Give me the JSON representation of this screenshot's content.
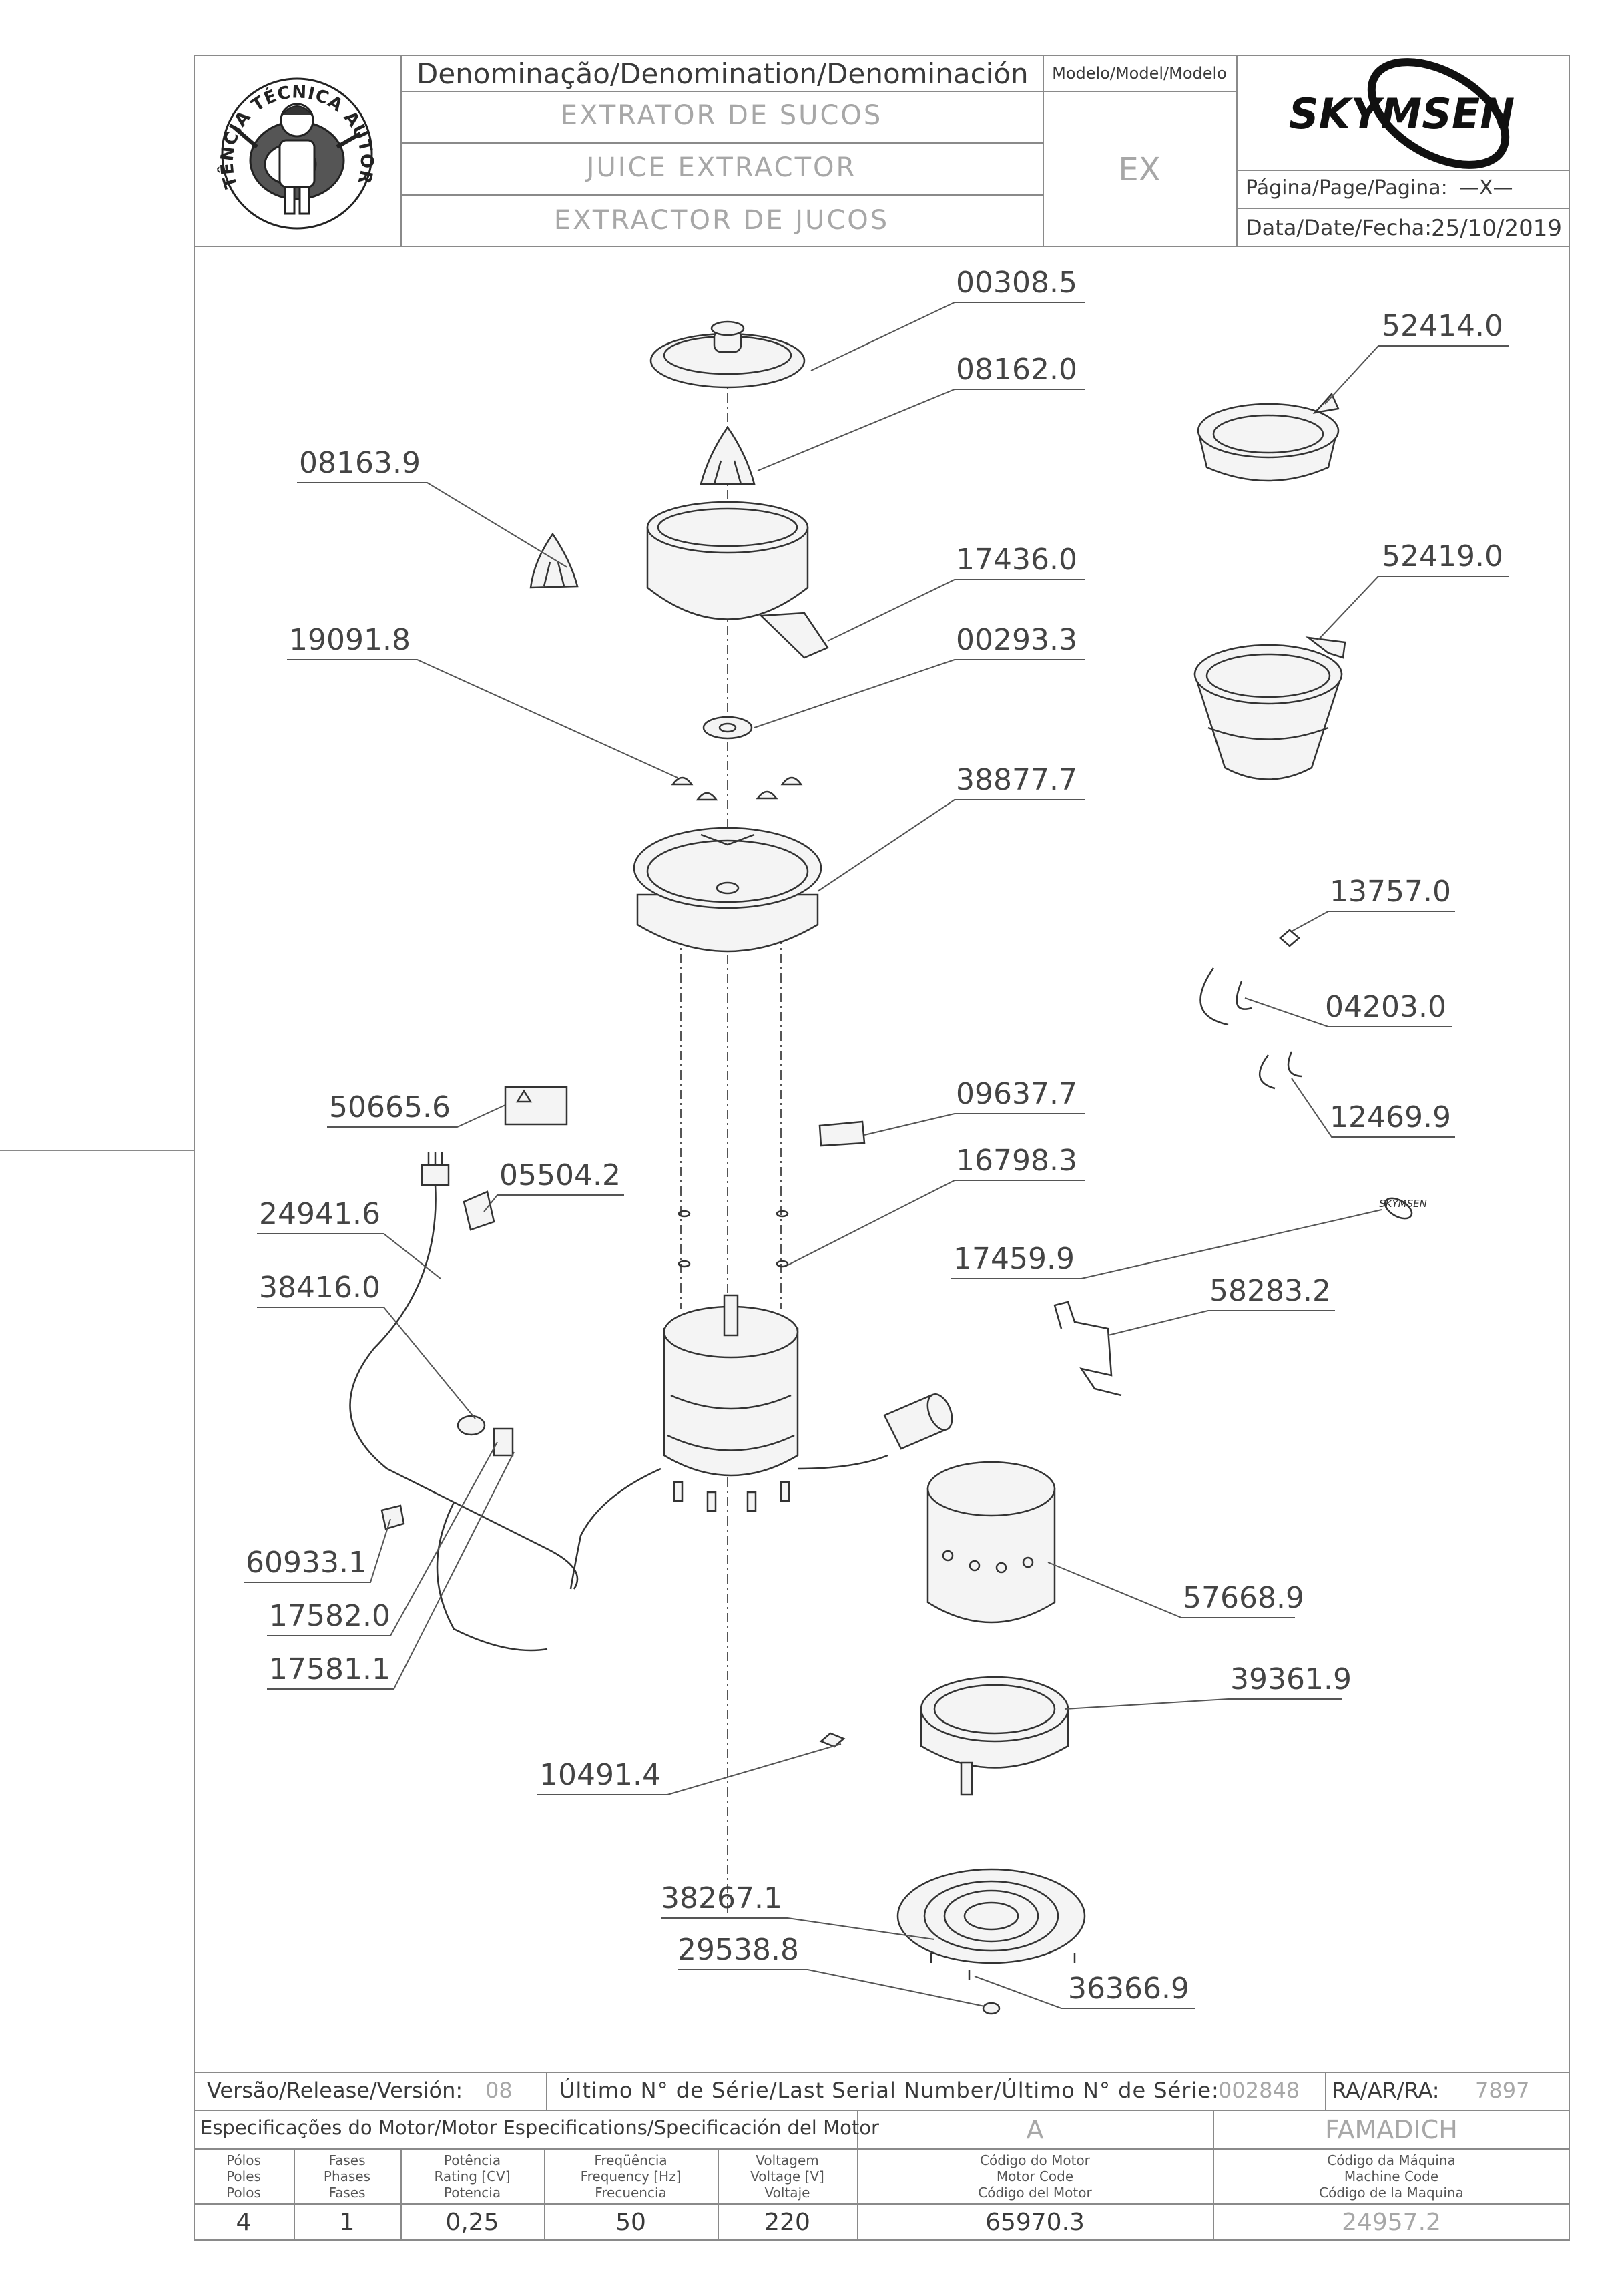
{
  "header": {
    "badge_text": "ASSISTÊNCIA TÉCNICA AUTORIZADA",
    "denomination_label": "Denominação/Denomination/Denominación",
    "name_pt": "EXTRATOR DE SUCOS",
    "name_en": "JUICE EXTRACTOR",
    "name_es": "EXTRACTOR DE JUCOS",
    "model_label": "Modelo/Model/Modelo",
    "model_value": "EX",
    "brand": "SKYMSEN",
    "page_label": "Página/Page/Pagina:",
    "page_value": "—X—",
    "date_label": "Data/Date/Fecha:",
    "date_value": "25/10/2019"
  },
  "parts": [
    "00308.5",
    "08162.0",
    "52414.0",
    "08163.9",
    "17436.0",
    "52419.0",
    "19091.8",
    "00293.3",
    "38877.7",
    "13757.0",
    "04203.0",
    "50665.6",
    "09637.7",
    "12469.9",
    "05504.2",
    "16798.3",
    "24941.6",
    "17459.9",
    "38416.0",
    "58283.2",
    "60933.1",
    "57668.9",
    "17582.0",
    "17581.1",
    "39361.9",
    "10491.4",
    "38267.1",
    "29538.8",
    "36366.9"
  ],
  "footer": {
    "release_label": "Versão/Release/Versión:",
    "release_value": "08",
    "serial_label": "Último N° de Série/Last Serial Number/Último N° de Série:",
    "serial_value": "002848",
    "ra_label": "RA/AR/RA:",
    "ra_value": "7897",
    "motor_spec_label": "Especificações do Motor/Motor Especifications/Specificación del Motor",
    "motor_letter": "A",
    "manufacturer": "FAMADICH",
    "col_poles": [
      "Pólos",
      "Poles",
      "Polos"
    ],
    "col_phases": [
      "Fases",
      "Phases",
      "Fases"
    ],
    "col_power": [
      "Potência",
      "Rating [CV]",
      "Potencia"
    ],
    "col_freq": [
      "Freqüência",
      "Frequency [Hz]",
      "Frecuencia"
    ],
    "col_voltage": [
      "Voltagem",
      "Voltage [V]",
      "Voltaje"
    ],
    "col_motor_code": [
      "Código do Motor",
      "Motor Code",
      "Código del Motor"
    ],
    "col_machine_code": [
      "Código da Máquina",
      "Machine Code",
      "Código de la Maquina"
    ],
    "poles": "4",
    "phases": "1",
    "power": "0,25",
    "frequency": "50",
    "voltage": "220",
    "motor_code": "65970.3",
    "machine_code": "24957.2"
  }
}
